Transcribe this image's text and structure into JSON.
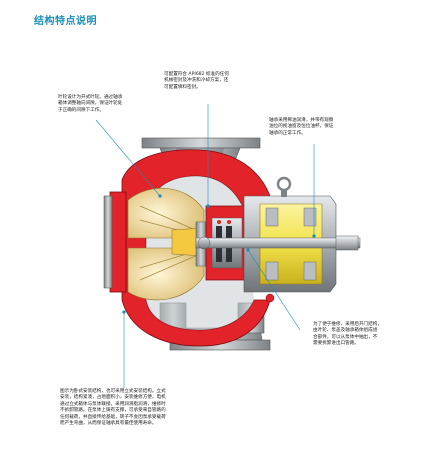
{
  "title": "结构特点说明",
  "notes": {
    "impeller": "叶轮设计为开式叶轮。通过轴承\n箱体调整轴向间隙，保证叶轮处\n于正确的间隙下工作。",
    "seal": "可配置符合 API682 标准的任何\n机械密封及冲洗和冷却方案，还\n可配置填料密封。",
    "bearing": "轴承采用稀油润滑，并带有观察\n油位的视油窗及恒位油杯，保证\n轴承的正常工作。",
    "maintenance": "为了便于维修，采用后开门结构，\n由叶轮、泵盖及轴承箱体组成组\n合部件，可以从泵体中抽出，不\n需要拆卸进出口管路。",
    "mounting": "图示为卧式安装结构，也可采用立式安装结构。立式\n安装，结构紧凑，占地面积小，安装维修方便，电机\n通过立式箱体与泵体联接。采用润滑脂润滑，维修时\n不拆卸管路。在泵体上铸有支撑，可承受来自管路的\n任何载荷，并直接传给基础，转子不会因泵承受载荷\n而产生弯曲，从而保证轴承具有最佳使用寿命。"
  },
  "colors": {
    "title": "#1a8fb5",
    "casing_red": "#e2232a",
    "steel_gray": "#a9aeb3",
    "bearing_yellow": "#f3e24a",
    "impeller_cream": "#f2dca0",
    "callout_line": "#1a8fb5"
  }
}
